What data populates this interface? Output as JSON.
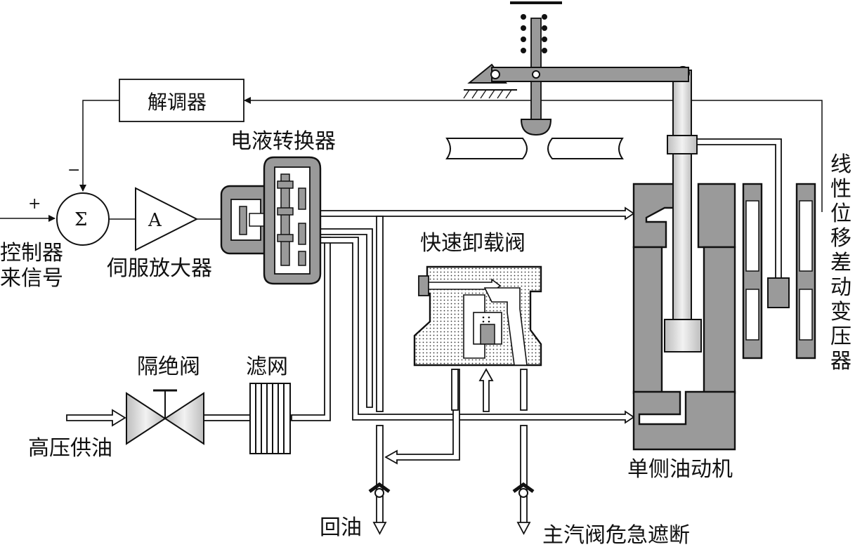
{
  "labels": {
    "demodulator": "解调器",
    "ehc": "电液转换器",
    "sigma": "Σ",
    "plus": "+",
    "minus": "−",
    "amp_symbol": "A",
    "servo_amp": "伺服放大器",
    "control_signal_1": "控制器",
    "control_signal_2": "来信号",
    "quick_unload": "快速卸载阀",
    "isolation_valve": "隔绝阀",
    "filter": "滤网",
    "hp_oil": "高压供油",
    "return_oil": "回油",
    "trip": "主汽阀危急遮断",
    "actuator": "单侧油动机",
    "lvdt": [
      "线",
      "性",
      "位",
      "移",
      "差",
      "动",
      "变",
      "压",
      "器"
    ]
  },
  "colors": {
    "body_gray": "#9a9a9a",
    "line": "#111111",
    "background": "#ffffff"
  }
}
